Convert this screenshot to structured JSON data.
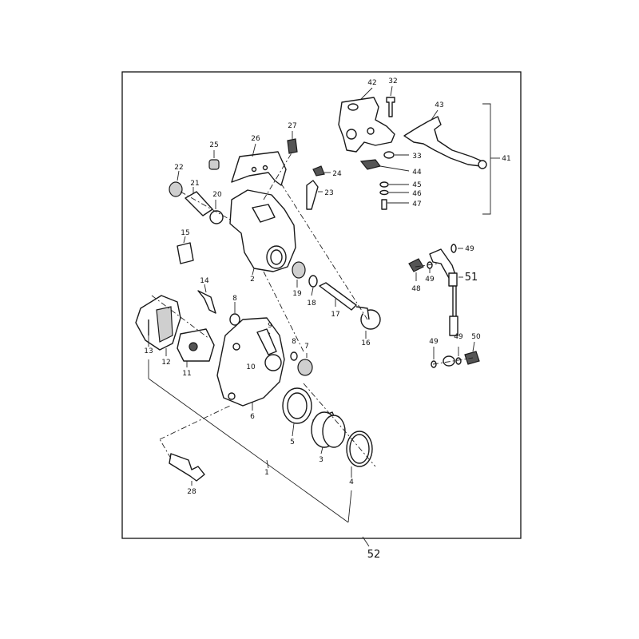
{
  "diagram": {
    "type": "exploded-parts-view",
    "callouts": {
      "c1": "1",
      "c2": "2",
      "c3": "3",
      "c4": "4",
      "c5": "5",
      "c6": "6",
      "c7": "7",
      "c8a": "8",
      "c8b": "8",
      "c9": "9",
      "c10": "10",
      "c11": "11",
      "c12": "12",
      "c13": "13",
      "c14": "14",
      "c15": "15",
      "c16": "16",
      "c17": "17",
      "c18": "18",
      "c19": "19",
      "c20": "20",
      "c21": "21",
      "c22": "22",
      "c23": "23",
      "c24": "24",
      "c25": "25",
      "c26": "26",
      "c27": "27",
      "c28": "28",
      "c32": "32",
      "c33": "33",
      "c41": "41",
      "c42": "42",
      "c43": "43",
      "c44": "44",
      "c45": "45",
      "c46": "46",
      "c47": "47",
      "c48": "48",
      "c49a": "49",
      "c49b": "49",
      "c49c": "49",
      "c50": "50",
      "c51": "51",
      "c52": "52"
    }
  }
}
